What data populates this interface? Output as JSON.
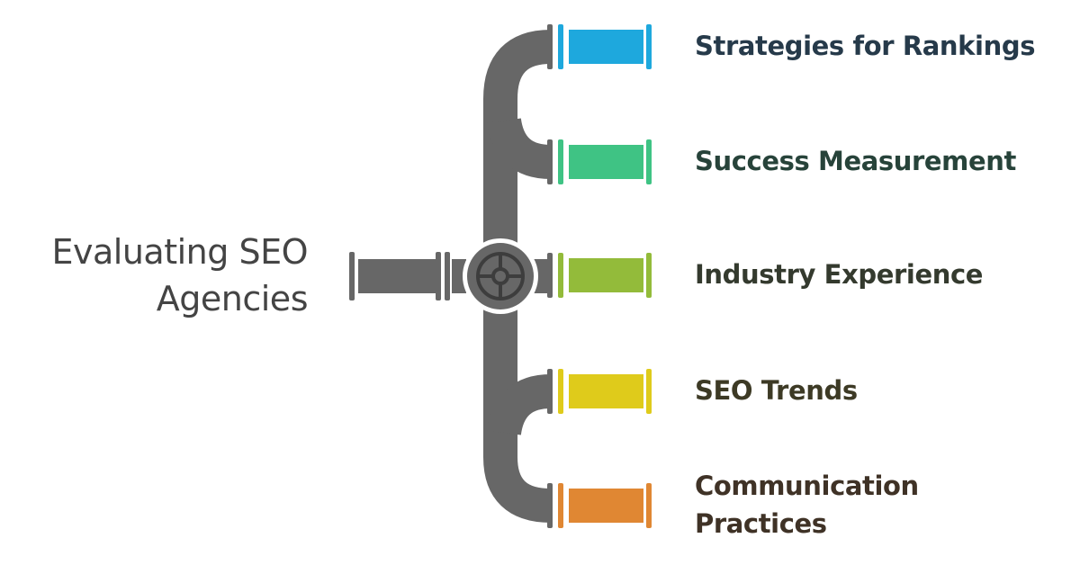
{
  "title": [
    "Evaluating SEO",
    "Agencies"
  ],
  "pipe_color": "#676767",
  "branches": [
    {
      "lines": [
        "Strategies for Rankings"
      ],
      "color": "#1ea8dd",
      "text_color": "#263a4a",
      "icon": "pipe-outlet-icon"
    },
    {
      "lines": [
        "Success Measurement"
      ],
      "color": "#3fc384",
      "text_color": "#27433a",
      "icon": "pipe-outlet-icon"
    },
    {
      "lines": [
        "Industry Experience"
      ],
      "color": "#93bb3a",
      "text_color": "#343a2e",
      "icon": "pipe-outlet-icon"
    },
    {
      "lines": [
        "SEO Trends"
      ],
      "color": "#dfcb1b",
      "text_color": "#3d3a25",
      "icon": "pipe-outlet-icon"
    },
    {
      "lines": [
        "Communication",
        "Practices"
      ],
      "color": "#e08733",
      "text_color": "#3f3226",
      "icon": "pipe-outlet-icon"
    }
  ],
  "hub_icon": "valve-wheel-icon"
}
